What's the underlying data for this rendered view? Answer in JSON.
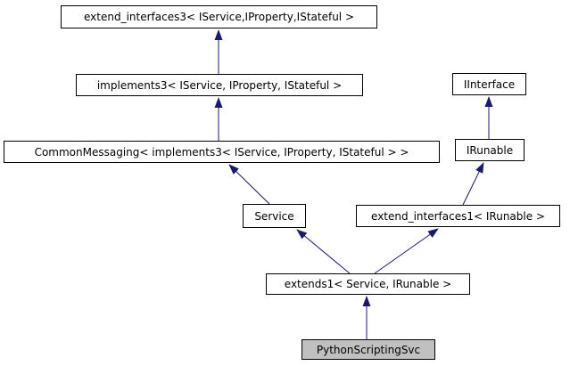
{
  "diagram_type": "class-inheritance-graph",
  "colors": {
    "arrow": "#191970",
    "node_border": "#000000",
    "node_fill": "#ffffff",
    "highlight_fill": "#c0c0c0",
    "background": "#ffffff"
  },
  "nodes": [
    {
      "id": "extend_interfaces3",
      "label": "extend_interfaces3< IService,IProperty,IStateful >",
      "highlighted": false
    },
    {
      "id": "implements3",
      "label": "implements3< IService, IProperty, IStateful >",
      "highlighted": false
    },
    {
      "id": "common_messaging",
      "label": "CommonMessaging< implements3< IService, IProperty, IStateful > >",
      "highlighted": false
    },
    {
      "id": "iinterface",
      "label": "IInterface",
      "highlighted": false
    },
    {
      "id": "irunable",
      "label": "IRunable",
      "highlighted": false
    },
    {
      "id": "service",
      "label": "Service",
      "highlighted": false
    },
    {
      "id": "extend_interfaces1",
      "label": "extend_interfaces1< IRunable >",
      "highlighted": false
    },
    {
      "id": "extends1",
      "label": "extends1< Service, IRunable >",
      "highlighted": false
    },
    {
      "id": "python_scripting_svc",
      "label": "PythonScriptingSvc",
      "highlighted": true
    }
  ],
  "edges": [
    {
      "from": "implements3",
      "to": "extend_interfaces3",
      "style": "solid-inheritance"
    },
    {
      "from": "common_messaging",
      "to": "implements3",
      "style": "solid-inheritance"
    },
    {
      "from": "service",
      "to": "common_messaging",
      "style": "solid-inheritance"
    },
    {
      "from": "irunable",
      "to": "iinterface",
      "style": "solid-inheritance"
    },
    {
      "from": "extend_interfaces1",
      "to": "irunable",
      "style": "solid-inheritance"
    },
    {
      "from": "extends1",
      "to": "service",
      "style": "solid-inheritance"
    },
    {
      "from": "extends1",
      "to": "extend_interfaces1",
      "style": "solid-inheritance"
    },
    {
      "from": "python_scripting_svc",
      "to": "extends1",
      "style": "solid-inheritance"
    }
  ]
}
